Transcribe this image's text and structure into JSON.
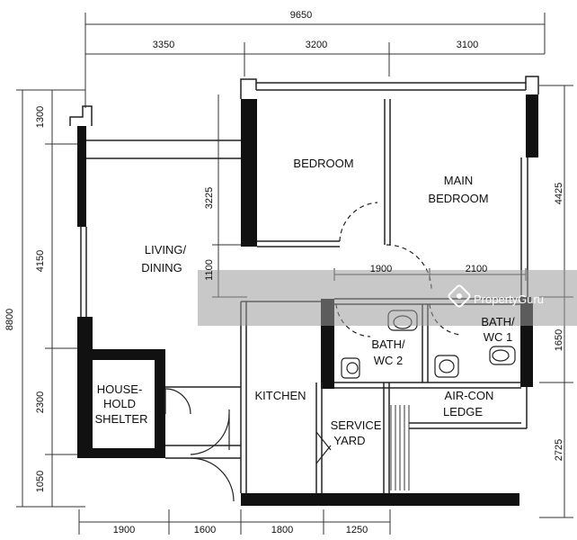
{
  "dimensions": {
    "overall_width": "9650",
    "top": [
      "3350",
      "3200",
      "3100"
    ],
    "bottom": [
      "1900",
      "1600",
      "1800",
      "1250"
    ],
    "left_overall": "8800",
    "left": [
      "1300",
      "4150",
      "2300",
      "1050"
    ],
    "inner_vertical": [
      "3225",
      "1100"
    ],
    "inner_horizontal": [
      "1900",
      "2100"
    ],
    "right": [
      "4425",
      "1650",
      "2725"
    ]
  },
  "rooms": {
    "bedroom": "BEDROOM",
    "main_bedroom": [
      "MAIN",
      "BEDROOM"
    ],
    "living_dining": [
      "LIVING/",
      "DINING"
    ],
    "household_shelter": [
      "HOUSE-",
      "HOLD",
      "SHELTER"
    ],
    "kitchen": "KITCHEN",
    "service_yard": [
      "SERVICE",
      "YARD"
    ],
    "bath_wc_1": [
      "BATH/",
      "WC  1"
    ],
    "bath_wc_2": [
      "BATH/",
      "WC  2"
    ],
    "aircon_ledge": [
      "AIR-CON",
      "LEDGE"
    ]
  },
  "watermark": {
    "brand": "PropertyGuru",
    "icon": "propertyguru-logo-icon"
  },
  "colors": {
    "wall": "#111111",
    "line": "#222222",
    "banner": "#9a9a9a"
  }
}
